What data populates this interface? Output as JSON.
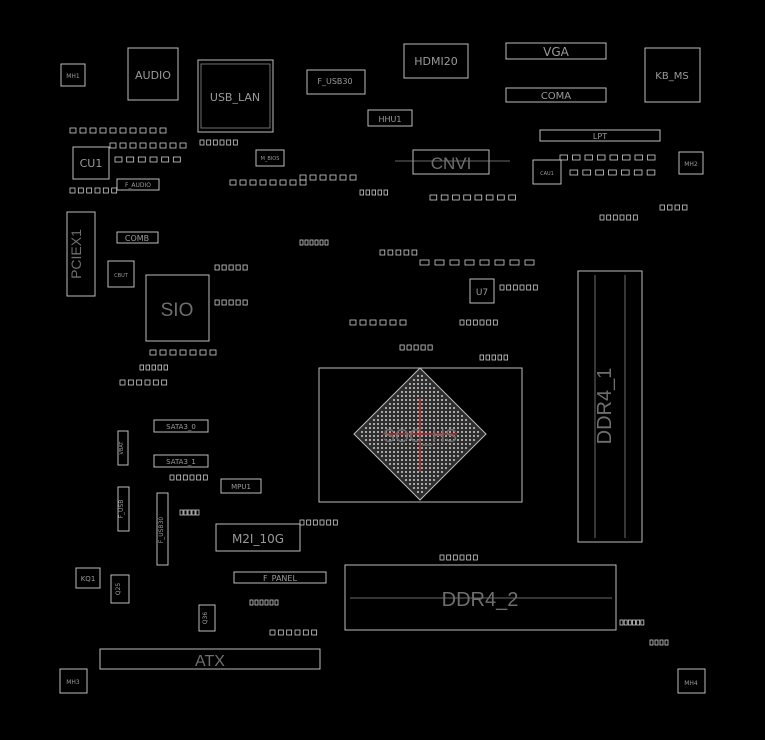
{
  "labels": {
    "mh1": "MH1",
    "mh2": "MH2",
    "mh3": "MH3",
    "mh4": "MH4",
    "audio": "AUDIO",
    "usb_lan": "USB_LAN",
    "f_usb30": "F_USB30",
    "hdmi20": "HDMI20",
    "vga": "VGA",
    "coma": "COMA",
    "kb_ms": "KB_MS",
    "lpt": "LPT",
    "hhu1": "HHU1",
    "cnvi": "CNVI",
    "cu1": "CU1",
    "m_bios": "M_BIOS",
    "f_audio": "F_AUDIO",
    "pciex1": "PCIEX1",
    "comb": "COMB",
    "sio": "SIO",
    "u7": "U7",
    "soc_hs": "SOC_HS",
    "ddr4_1": "DDR4_1",
    "ddr4_2": "DDR4_2",
    "sata3_0": "SATA3_0",
    "sata3_1": "SATA3_1",
    "mpu1": "MPU1",
    "f_usb": "F_USB",
    "f_usb2": "F_USB30",
    "m2i_10g": "M2I_10G",
    "f_panel": "F_PANEL",
    "kq1": "KQ1",
    "q25": "Q25",
    "q36": "Q36",
    "atx": "ATX",
    "cbut": "CBUT",
    "cau1": "CAU1",
    "vbat": "VBAT"
  },
  "colors": {
    "background": "#000000",
    "outline": "#bdbdbd",
    "silkscreen_text": "#9a9a9a",
    "large_text": "#6e6e6e",
    "accent_mark": "#ff2a2a"
  }
}
